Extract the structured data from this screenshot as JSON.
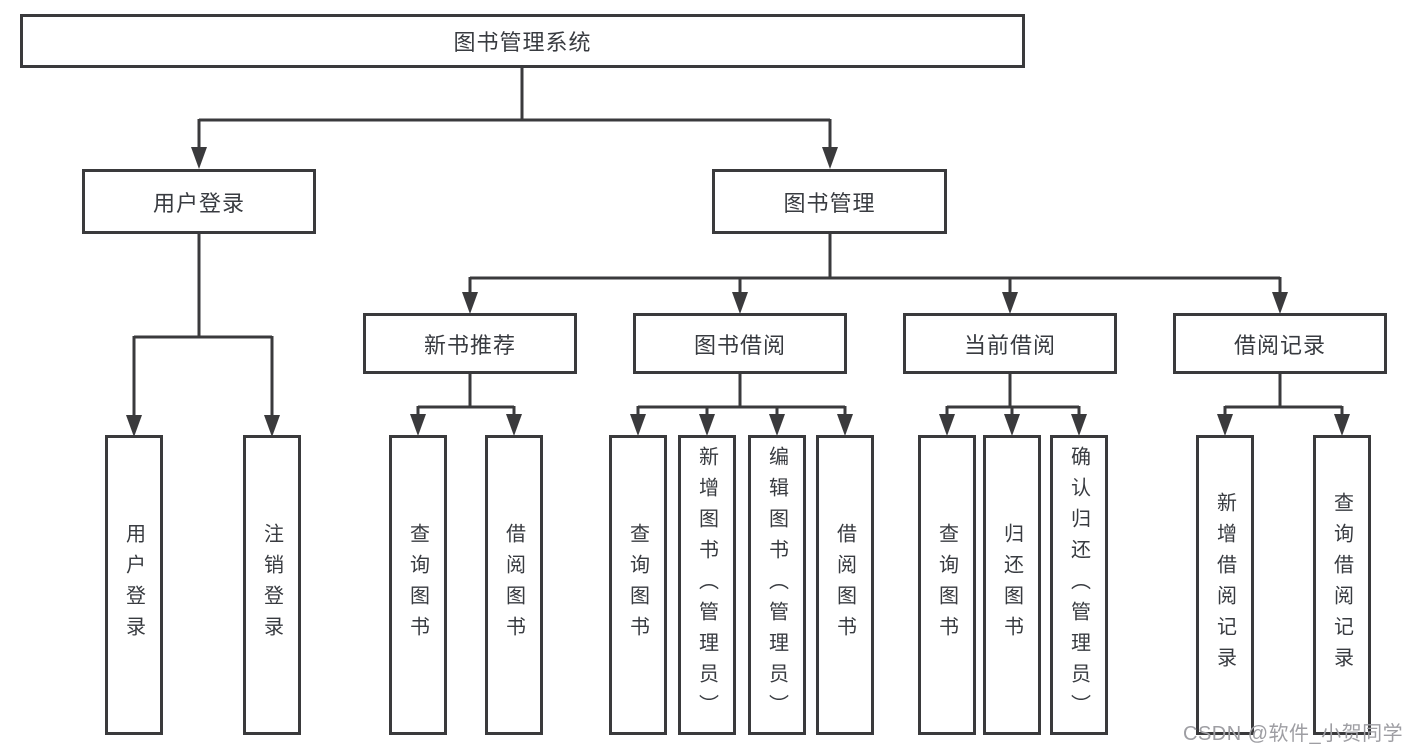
{
  "tree": {
    "label": "图书管理系统",
    "children": [
      {
        "label": "用户登录",
        "children": [
          {
            "label": "用户登录"
          },
          {
            "label": "注销登录"
          }
        ]
      },
      {
        "label": "图书管理",
        "children": [
          {
            "label": "新书推荐",
            "children": [
              {
                "label": "查询图书"
              },
              {
                "label": "借阅图书"
              }
            ]
          },
          {
            "label": "图书借阅",
            "children": [
              {
                "label": "查询图书"
              },
              {
                "label": "新增图书（管理员）"
              },
              {
                "label": "编辑图书（管理员）"
              },
              {
                "label": "借阅图书"
              }
            ]
          },
          {
            "label": "当前借阅",
            "children": [
              {
                "label": "查询图书"
              },
              {
                "label": "归还图书"
              },
              {
                "label": "确认归还（管理员）"
              }
            ]
          },
          {
            "label": "借阅记录",
            "children": [
              {
                "label": "新增借阅记录"
              },
              {
                "label": "查询借阅记录"
              }
            ]
          }
        ]
      }
    ]
  },
  "watermark": "CSDN @软件_小贺同学",
  "colors": {
    "line": "#3a3a3c",
    "text": "#383b40",
    "watermark": "#9e9ea3",
    "background": "#ffffff"
  }
}
